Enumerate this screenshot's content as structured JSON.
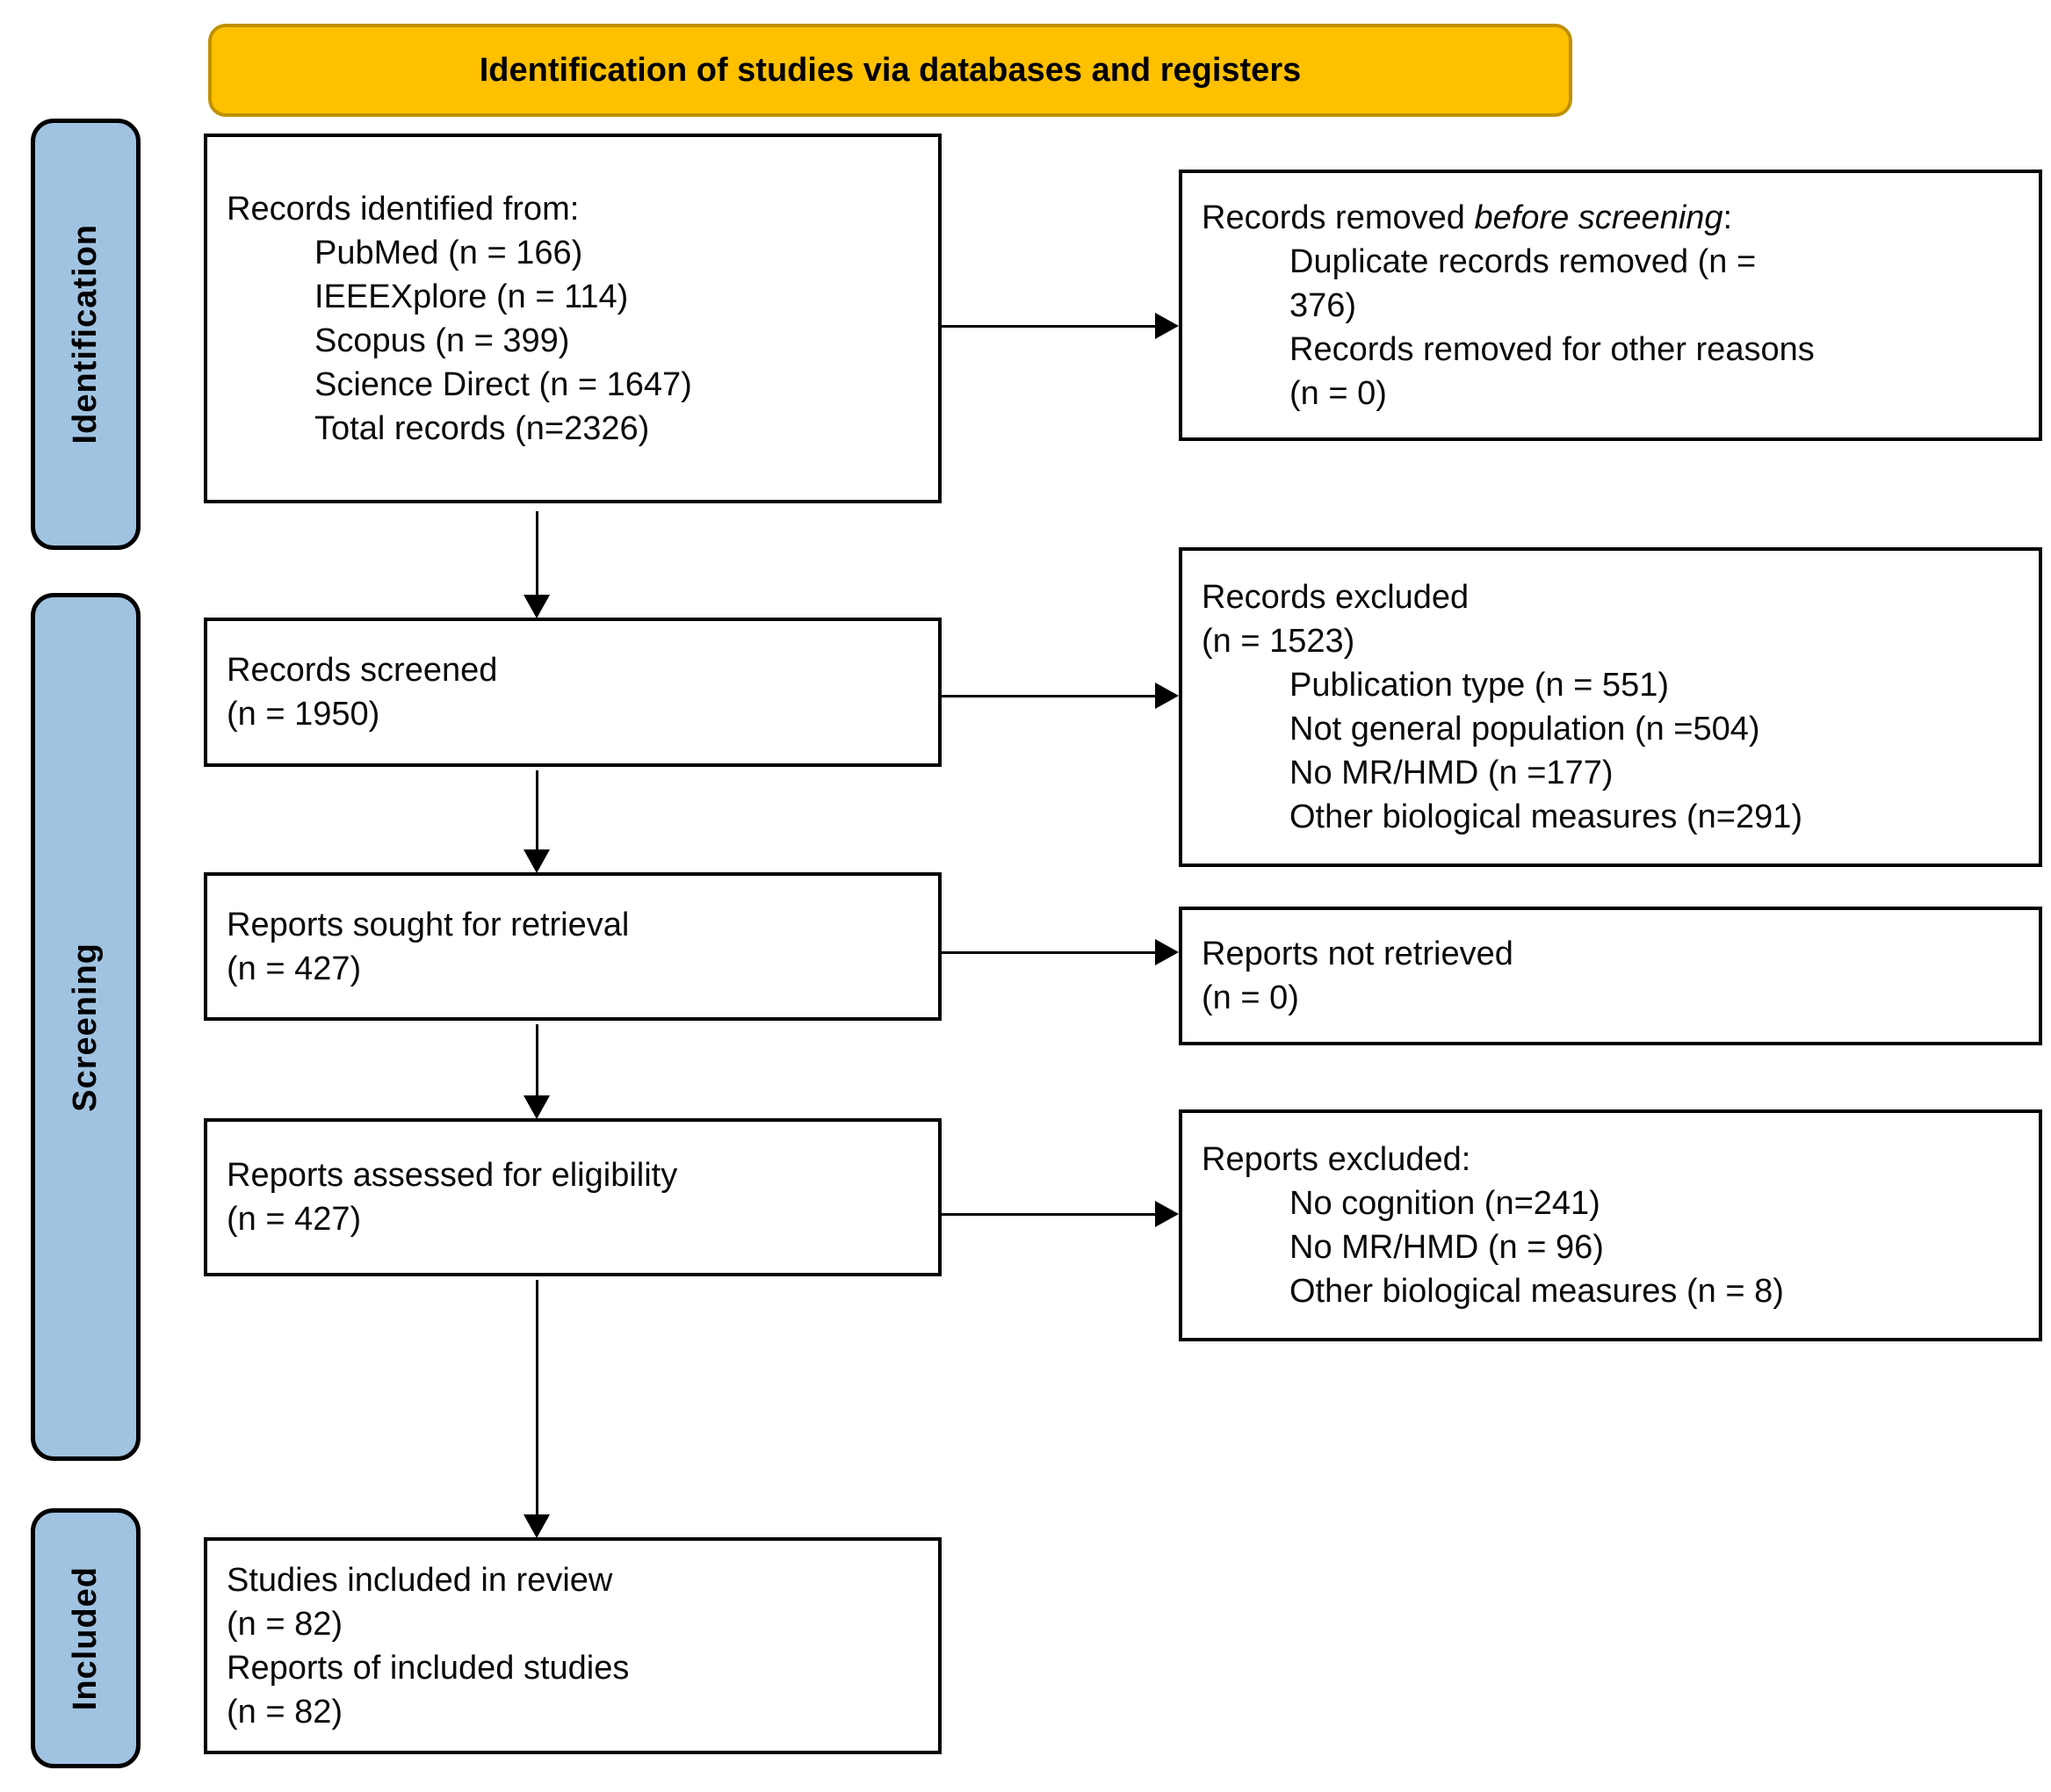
{
  "colors": {
    "banner_fill": "#FFC000",
    "banner_border": "#BF9000",
    "stage_fill": "#A0C3E1",
    "line_color": "#000000"
  },
  "banner": {
    "label": "Identification of studies via databases and registers"
  },
  "stages": {
    "identification": "Identification",
    "screening": "Screening",
    "included": "Included"
  },
  "flow": {
    "identified": {
      "l1": "Records identified from:",
      "l2": "PubMed (n = 166)",
      "l3": "IEEEXplore (n = 114)",
      "l4": "Scopus (n = 399)",
      "l5": "Science Direct (n = 1647)",
      "l6": "Total records (n=2326)"
    },
    "removed": {
      "t1": "Records removed ",
      "t2": "before screening",
      "t3": ":",
      "l2": "Duplicate records removed (n =",
      "l3": "376)",
      "l4": "Records removed for other reasons",
      "l5": "(n = 0)"
    },
    "screened": {
      "l1": "Records screened",
      "l2": "(n = 1950)"
    },
    "excluded": {
      "l1": "Records excluded",
      "l2": "(n = 1523)",
      "l3": "Publication type (n = 551)",
      "l4": "Not general population (n =504)",
      "l5": "No MR/HMD (n =177)",
      "l6": "Other biological measures (n=291)"
    },
    "sought": {
      "l1": "Reports sought for retrieval",
      "l2": "(n = 427)"
    },
    "not_retrieved": {
      "l1": "Reports not retrieved",
      "l2": "(n = 0)"
    },
    "assessed": {
      "l1": "Reports assessed for eligibility",
      "l2": "(n = 427)"
    },
    "reports_excluded": {
      "l1": "Reports excluded:",
      "l2": "No cognition (n=241)",
      "l3": "No MR/HMD (n = 96)",
      "l4": "Other biological measures (n = 8)"
    },
    "included_box": {
      "l1": "Studies included in review",
      "l2": "(n = 82)",
      "l3": "Reports of included studies",
      "l4": "(n = 82)"
    }
  }
}
